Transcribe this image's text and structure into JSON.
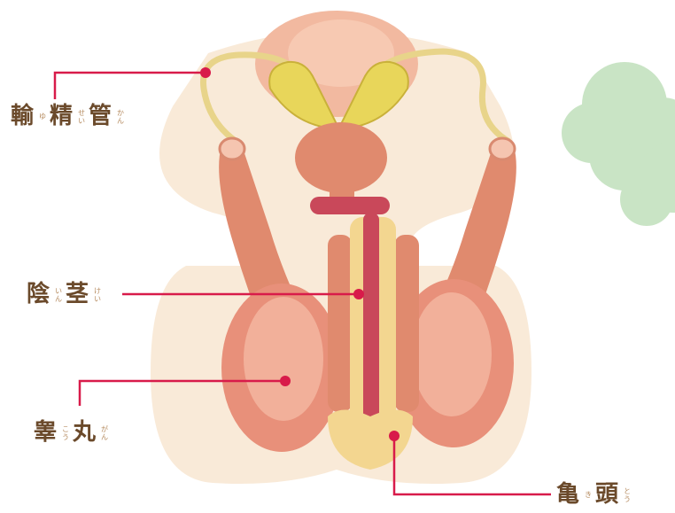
{
  "labels": {
    "vas_deferens": {
      "k1": "輸",
      "r1": "ゆ",
      "k2": "精",
      "r2": "せい",
      "k3": "管",
      "r3": "かん"
    },
    "shaft": {
      "k1": "陰",
      "r1": "いん",
      "k2": "茎",
      "r2": "けい"
    },
    "testis": {
      "k1": "睾",
      "r1": "こう",
      "k2": "丸",
      "r2": "がん"
    },
    "glans": {
      "k1": "亀",
      "r1": "き",
      "k2": "頭",
      "r2": "とう"
    }
  },
  "colors": {
    "leader_line": "#d81b4a",
    "dot": "#d81b4a",
    "cloud": "#c9e4c5",
    "label_text": "#6b4a2b"
  },
  "icons": [
    "cloud-shape"
  ]
}
